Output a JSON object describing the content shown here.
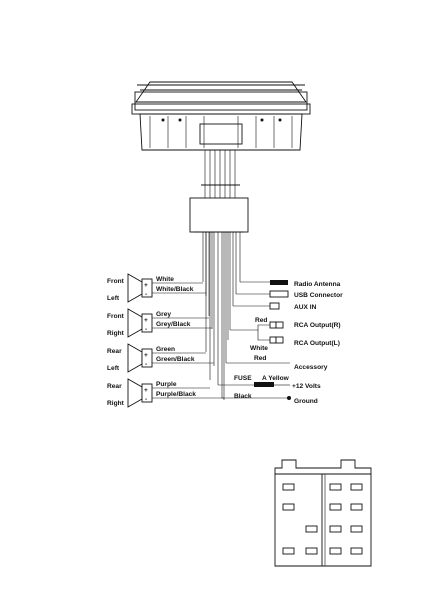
{
  "speakers": [
    {
      "pos_label": "Front",
      "side_label": "Left",
      "wire_pos": "White",
      "wire_neg": "White/Black"
    },
    {
      "pos_label": "Front",
      "side_label": "Right",
      "wire_pos": "Grey",
      "wire_neg": "Grey/Black"
    },
    {
      "pos_label": "Rear",
      "side_label": "Left",
      "wire_pos": "Green",
      "wire_neg": "Green/Black"
    },
    {
      "pos_label": "Rear",
      "side_label": "Right",
      "wire_pos": "Purple",
      "wire_neg": "Purple/Black"
    }
  ],
  "polarity": {
    "plus": "+",
    "minus": "-"
  },
  "connections": {
    "radio_antenna": "Radio Antenna",
    "usb": "USB Connector",
    "aux": "AUX IN",
    "rca_r": "RCA Output(R)",
    "rca_l": "RCA Output(L)",
    "rca_red": "Red",
    "rca_white": "White",
    "accessory_wire": "Red",
    "accessory": "Accessory",
    "fuse": "FUSE",
    "fuse_rating": "A Yellow",
    "power": "+12 Volts",
    "ground_wire": "Black",
    "ground": "Ground"
  }
}
